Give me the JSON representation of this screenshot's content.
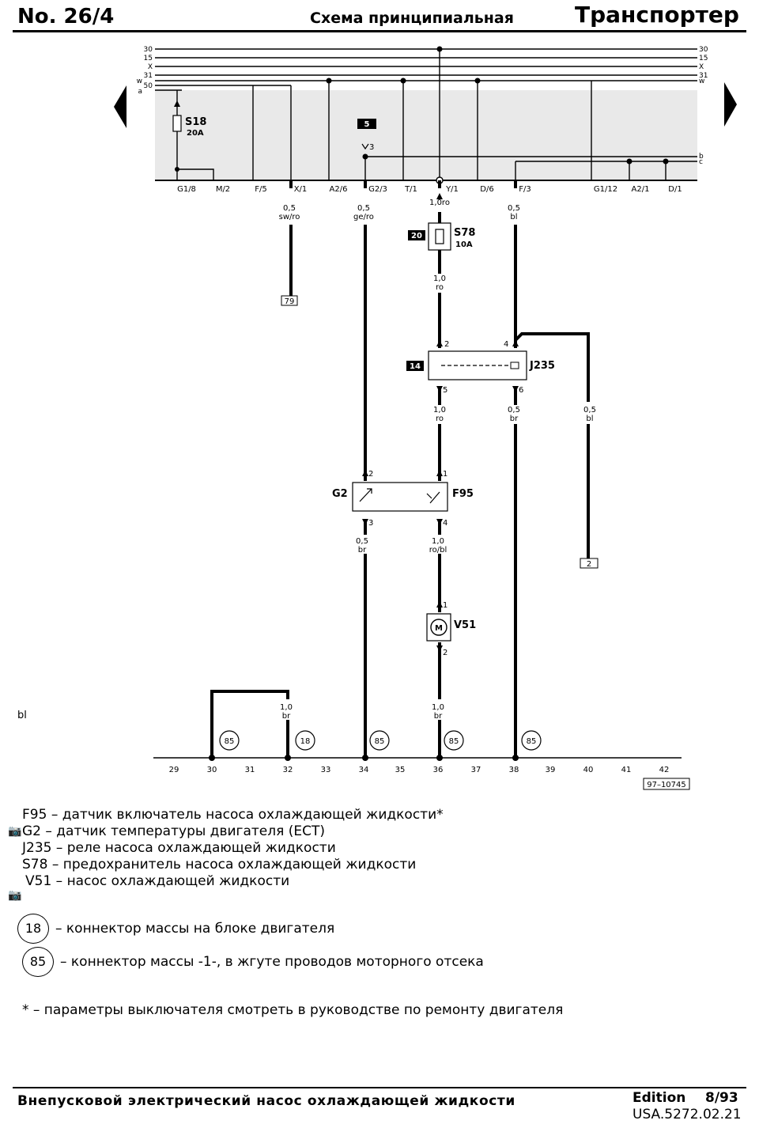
{
  "header": {
    "number": "No. 26/4",
    "section": "Схема принципиальная",
    "vehicle": "Транспортер"
  },
  "nav": {
    "prev_icon": "arrow-left-icon",
    "next_icon": "arrow-right-icon"
  },
  "bus": {
    "left_labels": [
      "30",
      "15",
      "X",
      "31",
      "w",
      "50",
      "a"
    ],
    "right_labels": [
      "30",
      "15",
      "X",
      "31",
      "w",
      "b",
      "c"
    ]
  },
  "connectors": [
    "G1/8",
    "M/2",
    "F/5",
    "X/1",
    "A2/6",
    "G2/3",
    "T/1",
    "Y/1",
    "D/6",
    "F/3",
    "G1/12",
    "A2/1",
    "D/1"
  ],
  "components": {
    "s18": {
      "name": "S18",
      "rating": "20A"
    },
    "s78": {
      "name": "S78",
      "rating": "10A",
      "box": "20"
    },
    "j235": {
      "name": "J235",
      "box": "14",
      "pin_in_a": "2",
      "pin_in_b": "4",
      "pin_out_a": "5",
      "pin_out_b": "6"
    },
    "g2": {
      "name": "G2",
      "pin_top": "2",
      "pin_bottom": "3"
    },
    "f95": {
      "name": "F95",
      "pin_top": "1",
      "pin_bottom": "4"
    },
    "v51": {
      "name": "V51",
      "symbol": "M",
      "pin_top": "1",
      "pin_bottom": "2"
    },
    "box5": "5",
    "pin3": "3"
  },
  "wires": {
    "x1": {
      "size": "0,5",
      "color": "sw/ro"
    },
    "g23": {
      "size": "0,5",
      "color": "ge/ro"
    },
    "y1": {
      "size": "1,0ro"
    },
    "f3": {
      "size": "0,5",
      "color": "bl"
    },
    "s78_out": {
      "size": "1,0",
      "color": "ro"
    },
    "j235_5": {
      "size": "1,0",
      "color": "ro"
    },
    "j235_6": {
      "size": "0,5",
      "color": "br"
    },
    "j235_4_bl": {
      "size": "0,5",
      "color": "bl"
    },
    "g2_3": {
      "size": "0,5",
      "color": "br"
    },
    "f95_4": {
      "size": "1,0",
      "color": "ro/bl"
    },
    "v51_2": {
      "size": "1,0",
      "color": "br"
    },
    "gnd_32": {
      "size": "1,0",
      "color": "br"
    }
  },
  "refs": {
    "r79": "79",
    "r2": "2"
  },
  "grounds": [
    "85",
    "18",
    "85",
    "85",
    "85"
  ],
  "bottom_numbers": [
    "29",
    "30",
    "31",
    "32",
    "33",
    "34",
    "35",
    "36",
    "37",
    "38",
    "39",
    "40",
    "41",
    "42"
  ],
  "figure_code": "97–10745",
  "stray_label": "bl",
  "legend": {
    "items": [
      "F95 – датчик включатель насоса охлаждающей жидкости*",
      "G2 – датчик температуры двигателя (ECT)",
      "J235 – реле насоса охлаждающей жидкости",
      "S78 – предохранитель насоса охлаждающей жидкости",
      "V51 – насос охлаждающей жидкости"
    ],
    "ground_18_num": "18",
    "ground_18_text": "–  коннектор массы на блоке двигателя",
    "ground_85_num": "85",
    "ground_85_text": "–  коннектор массы -1-, в жгуте проводов моторного отсека",
    "note": "* – параметры выключателя смотреть в руководстве по ремонту двигателя"
  },
  "footer": {
    "title": "Внепусковой электрический насос охлаждающей жидкости",
    "edition_label": "Edition",
    "edition_value": "8/93",
    "code": "USA.5272.02.21"
  }
}
